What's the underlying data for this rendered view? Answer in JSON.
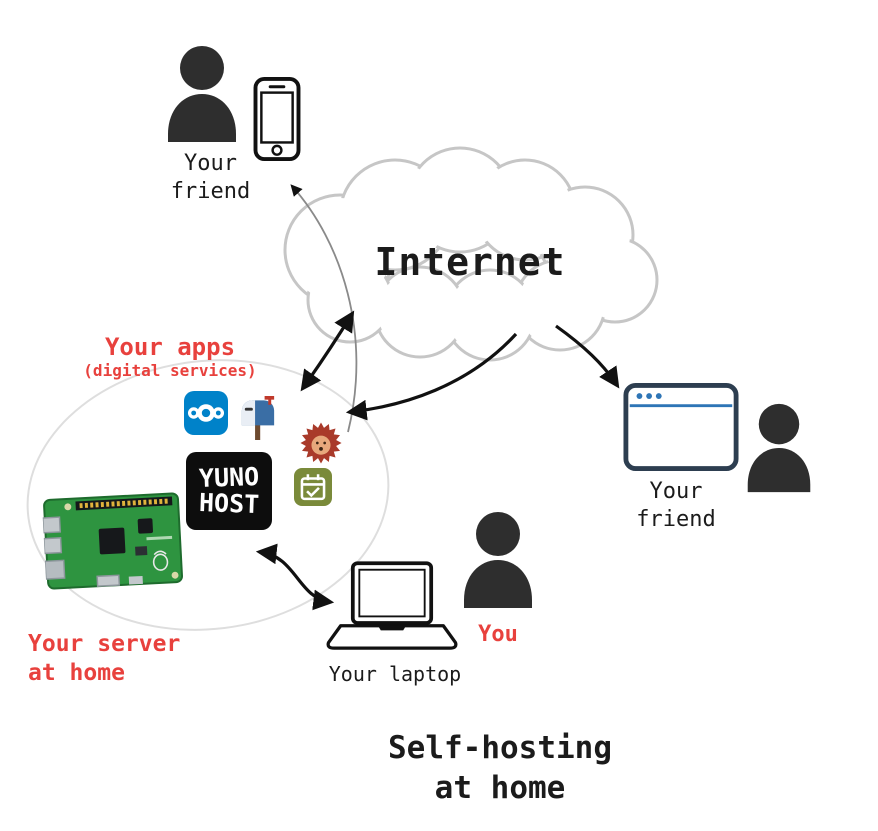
{
  "title": {
    "line1": "Self-hosting",
    "line2": "at home"
  },
  "cloud": {
    "label": "Internet"
  },
  "friend_top": {
    "line1": "Your",
    "line2": "friend"
  },
  "friend_right": {
    "line1": "Your",
    "line2": "friend"
  },
  "apps": {
    "line1": "Your apps",
    "line2": "(digital services)"
  },
  "server": {
    "line1": "Your server",
    "line2": "at home"
  },
  "laptop": {
    "label": "Your laptop"
  },
  "you": {
    "label": "You"
  },
  "yunohost": {
    "line1": "YUNO",
    "line2": "HOST"
  },
  "icons": {
    "person": "person-silhouette",
    "smartphone": "smartphone",
    "cloud": "internet-cloud",
    "nextcloud": "nextcloud-app",
    "mailbox": "mailbox-app",
    "hedgehog": "hedgehog-app",
    "yunohost": "yunohost-logo",
    "calendar": "calendar-tasks-app",
    "raspberry_pi": "raspberry-pi-board",
    "laptop": "laptop",
    "browser": "browser-window"
  },
  "colors": {
    "accent_red": "#e8413d",
    "ink": "#1b1b1b",
    "person": "#2e2e2e",
    "cloud_stroke": "#c6c6c6",
    "ellipse_stroke": "#dedede",
    "nextcloud_blue": "#0082c9",
    "calendar_green": "#7a8a3a",
    "pi_green": "#2e9440",
    "browser_navy": "#2d3e50",
    "arrow": "#111111"
  }
}
